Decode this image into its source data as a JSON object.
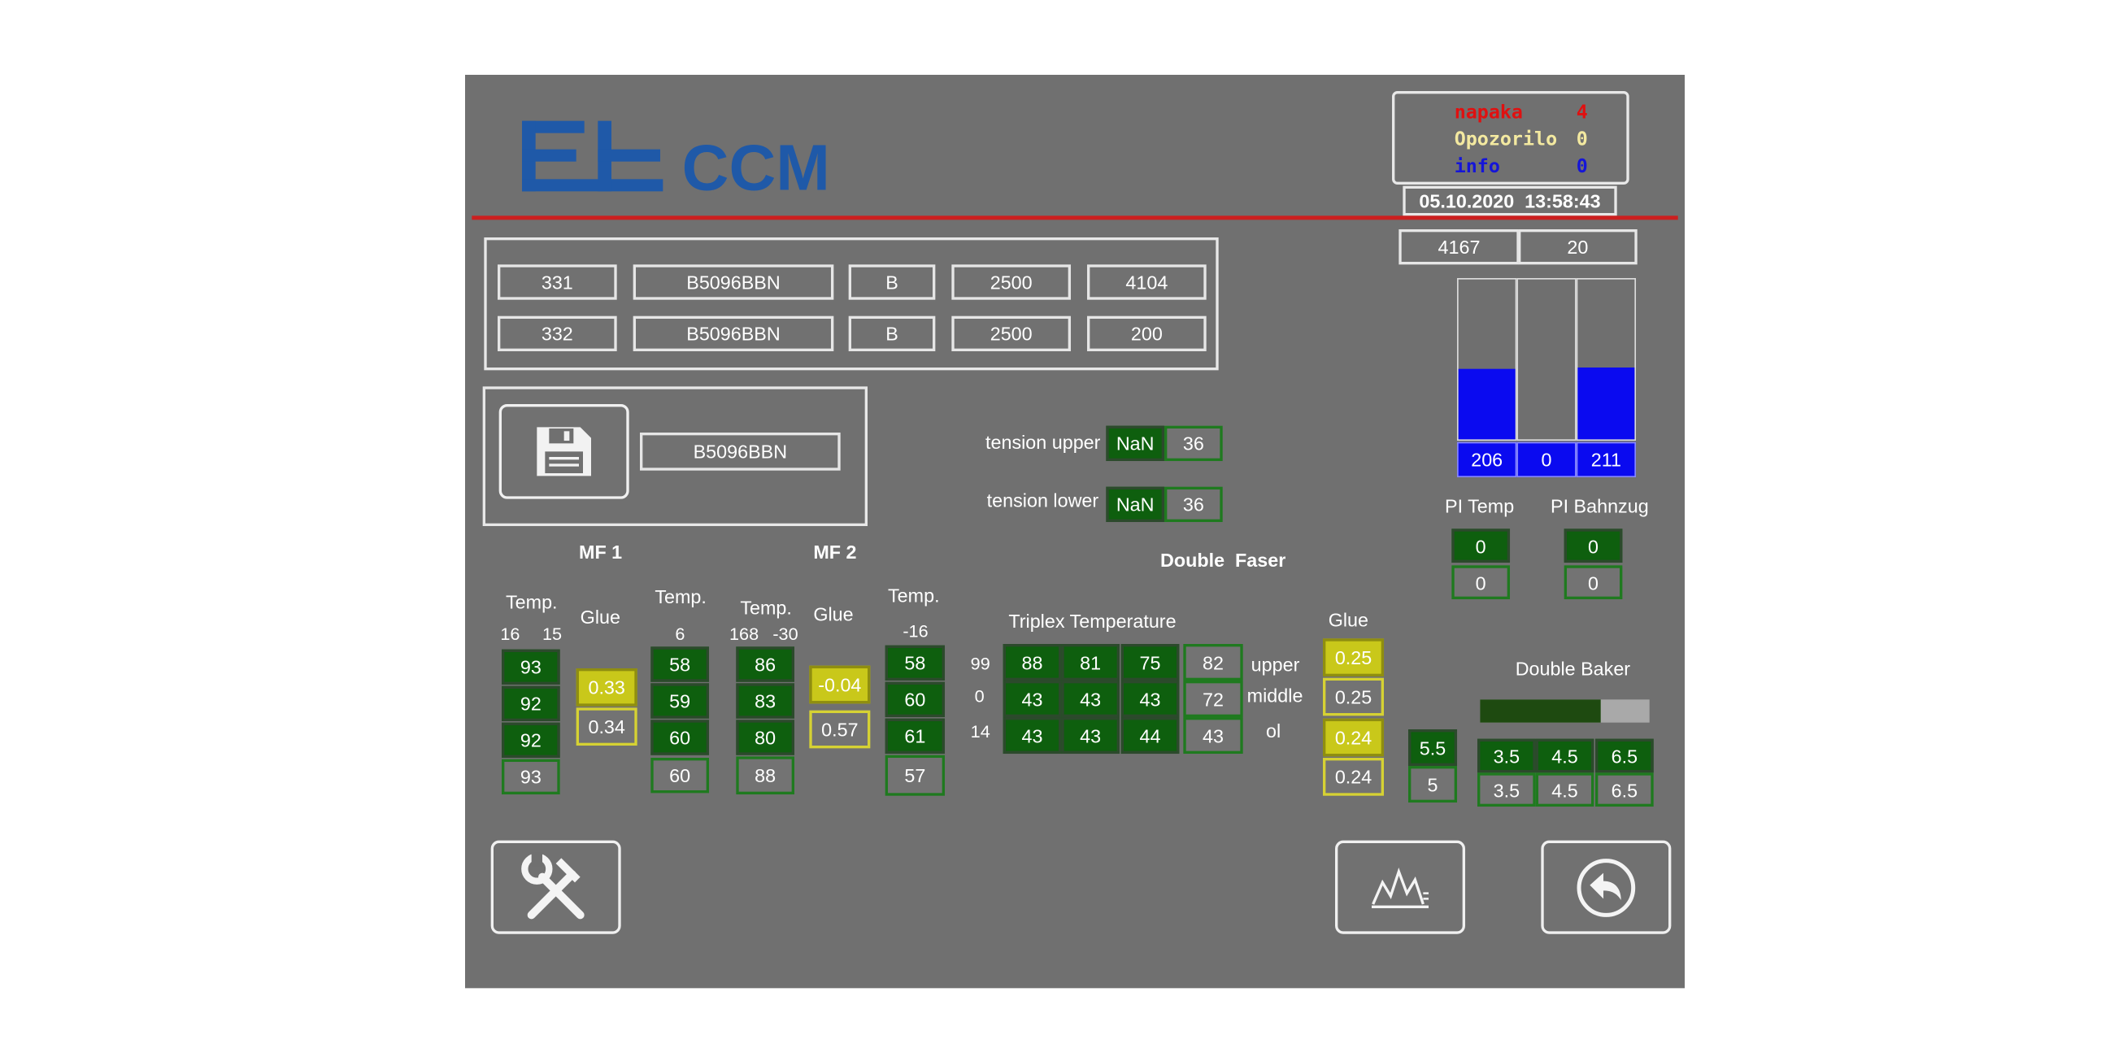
{
  "logo": {
    "brand": "EL",
    "text": "CCM",
    "color": "#1f59a8"
  },
  "alarm_panel": {
    "error_label": "napaka",
    "error_count": "4",
    "warning_label": "Opozorilo",
    "warning_count": "0",
    "info_label": "info",
    "info_count": "0",
    "colors": {
      "error": "#e01010",
      "warning": "#f3e9a0",
      "info": "#1515d8"
    }
  },
  "datetime": "05.10.2020  13:58:43",
  "orders": [
    [
      "331",
      "B5096BBN",
      "B",
      "2500",
      "4104"
    ],
    [
      "332",
      "B5096BBN",
      "B",
      "2500",
      "200"
    ]
  ],
  "recipe": {
    "name": "B5096BBN"
  },
  "tension": {
    "upper_label": "tension upper",
    "upper_actual": "NaN",
    "upper_set": "36",
    "lower_label": "tension lower",
    "lower_actual": "NaN",
    "lower_set": "36"
  },
  "top_right_values": [
    "4167",
    "20"
  ],
  "bars": {
    "fill_fraction": [
      0.44,
      0.0,
      0.45
    ],
    "values": [
      "206",
      "0",
      "211"
    ],
    "color": "#0a0af0"
  },
  "pi": {
    "temp_label": "PI Temp",
    "temp_actual": "0",
    "temp_set": "0",
    "bahnzug_label": "PI Bahnzug",
    "bahnzug_actual": "0",
    "bahnzug_set": "0"
  },
  "mf1": {
    "title": "MF 1",
    "temp_a": {
      "label": "Temp.",
      "sub1": "16",
      "sub2": "15",
      "values": [
        "93",
        "92",
        "92"
      ],
      "set": "93"
    },
    "glue": {
      "label": "Glue",
      "value": "0.33",
      "set": "0.34"
    },
    "temp_b": {
      "label": "Temp.",
      "sub": "6",
      "values": [
        "58",
        "59",
        "60"
      ],
      "set": "60"
    }
  },
  "mf2": {
    "title": "MF 2",
    "temp_a": {
      "label": "Temp.",
      "sub1": "168",
      "sub2": "-30",
      "values": [
        "86",
        "83",
        "80"
      ],
      "set": "88"
    },
    "glue": {
      "label": "Glue",
      "value": "-0.04",
      "set": "0.57"
    },
    "temp_b": {
      "label": "Temp.",
      "sub": "-16",
      "values": [
        "58",
        "60",
        "61"
      ],
      "set": "57"
    }
  },
  "double_faser": {
    "title": "Double  Faser",
    "triplex_label": "Triplex Temperature",
    "row_labels_left": [
      "99",
      "0",
      "14"
    ],
    "rows": [
      [
        "88",
        "81",
        "75"
      ],
      [
        "43",
        "43",
        "43"
      ],
      [
        "43",
        "43",
        "44"
      ]
    ],
    "set_values": [
      "82",
      "72",
      "43"
    ],
    "row_labels_right": [
      "upper",
      "middle",
      "ol"
    ],
    "glue_label": "Glue",
    "glue": [
      {
        "value": "0.25",
        "set": "0.25"
      },
      {
        "value": "0.24",
        "set": "0.24"
      }
    ],
    "extra": {
      "value": "5.5",
      "set": "5"
    }
  },
  "double_baker": {
    "label": "Double Baker",
    "progress_fraction": 0.71,
    "values": [
      "3.5",
      "4.5",
      "6.5"
    ],
    "set_values": [
      "3.5",
      "4.5",
      "6.5"
    ]
  },
  "icons": {
    "save": "floppy-disk-icon",
    "tools": "hammer-wrench-icon",
    "chart": "chart-icon",
    "back": "back-arrow-icon"
  }
}
